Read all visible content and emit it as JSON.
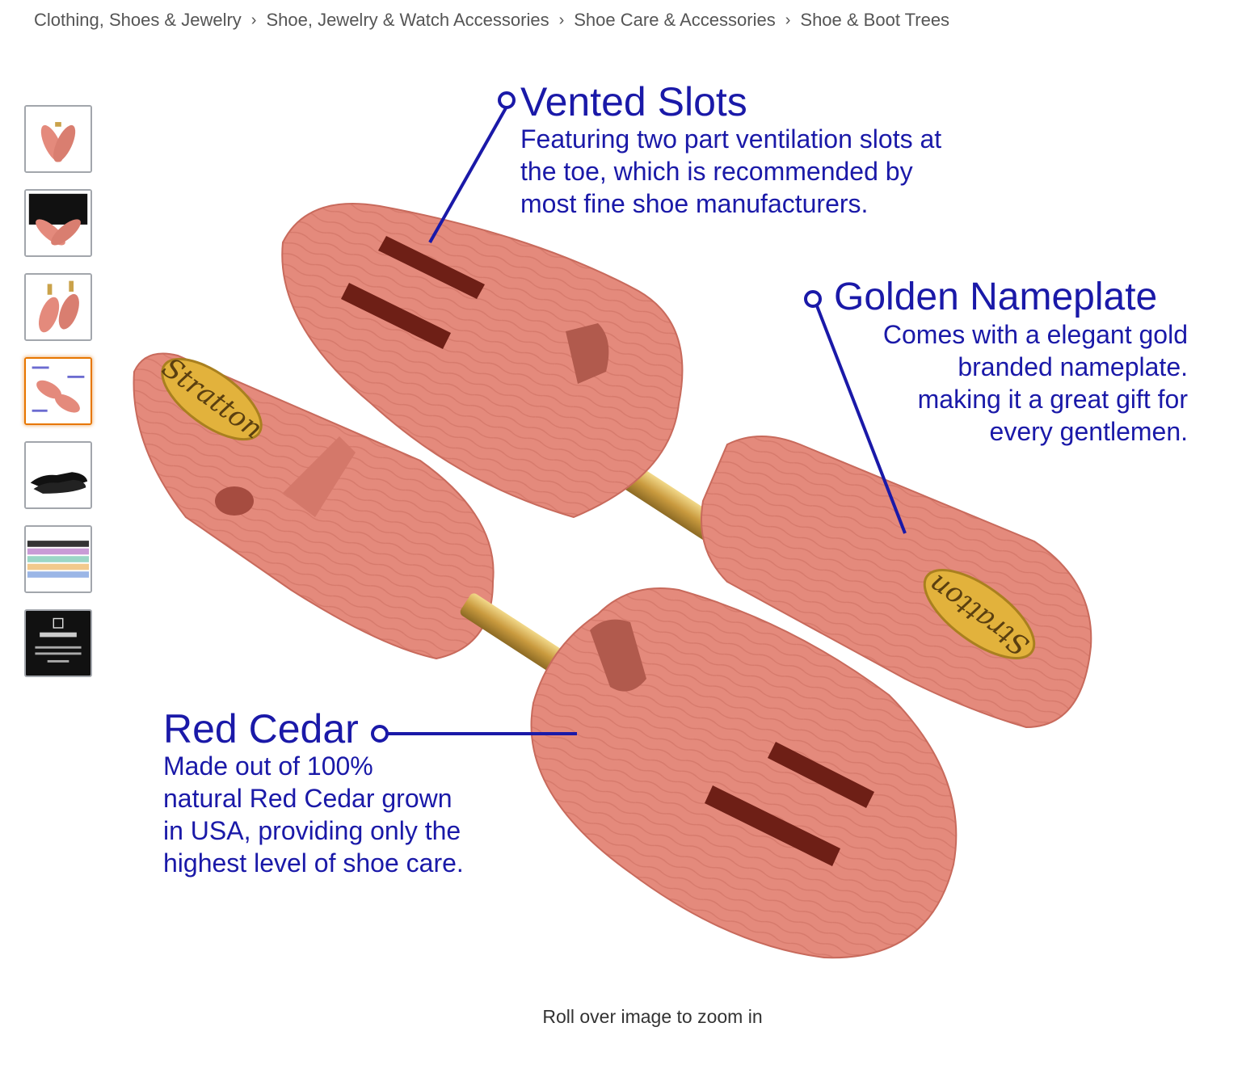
{
  "breadcrumb": {
    "items": [
      "Clothing, Shoes & Jewelry",
      "Shoe, Jewelry & Watch Accessories",
      "Shoe Care & Accessories",
      "Shoe & Boot Trees"
    ],
    "separator": "›"
  },
  "thumbnails": {
    "count": 7,
    "selected_index": 3
  },
  "main_image": {
    "callouts": {
      "vented_slots": {
        "title": "Vented Slots",
        "lines": [
          "Featuring two part ventilation slots at",
          "the toe, which is recommended by",
          "most fine shoe manufacturers."
        ]
      },
      "golden_nameplate": {
        "title": "Golden Nameplate",
        "lines": [
          "Comes with a elegant gold",
          "branded nameplate.",
          "making it a great gift for",
          "every gentlemen."
        ]
      },
      "red_cedar": {
        "title": "Red Cedar",
        "lines": [
          "Made out of 100%",
          "natural Red Cedar grown",
          "in USA, providing only the",
          "highest level of shoe care."
        ]
      }
    },
    "nameplate_text": "Stratton"
  },
  "zoom_hint": "Roll over image to zoom in",
  "colors": {
    "callout_text": "#1a19a8",
    "cedar": "#e48a7c",
    "cedar_dark": "#c86a5c",
    "brass": "#caa24a",
    "nameplate": "#e2b23c",
    "thumb_selected_border": "#e77600"
  }
}
